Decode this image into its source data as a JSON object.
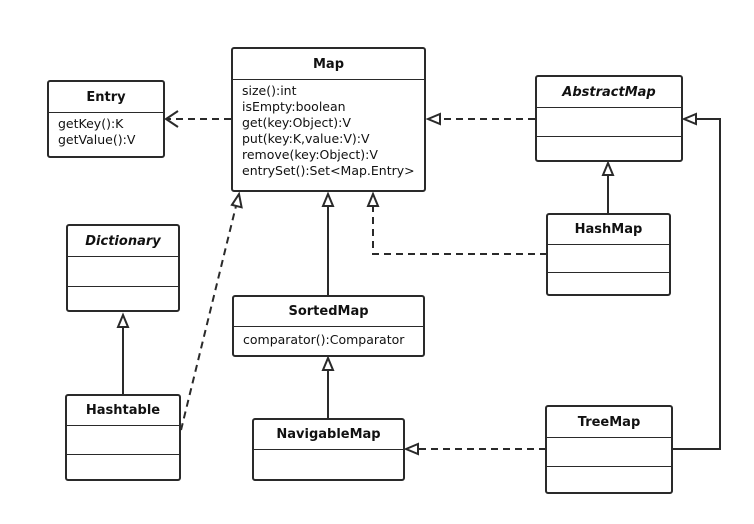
{
  "diagram": {
    "classes": {
      "map": {
        "name": "Map",
        "italic": false,
        "methods": [
          "size():int",
          "isEmpty:boolean",
          "get(key:Object):V",
          "put(key:K,value:V):V",
          "remove(key:Object):V",
          "entrySet():Set<Map.Entry>"
        ]
      },
      "entry": {
        "name": "Entry",
        "italic": false,
        "methods": [
          "getKey():K",
          "getValue():V"
        ]
      },
      "abstract_map": {
        "name": "AbstractMap",
        "italic": true
      },
      "dictionary": {
        "name": "Dictionary",
        "italic": true
      },
      "hash_map": {
        "name": "HashMap",
        "italic": false
      },
      "sorted_map": {
        "name": "SortedMap",
        "italic": false,
        "methods": [
          "comparator():Comparator"
        ]
      },
      "hashtable": {
        "name": "Hashtable",
        "italic": false
      },
      "navigable_map": {
        "name": "NavigableMap",
        "italic": false
      },
      "tree_map": {
        "name": "TreeMap",
        "italic": false
      }
    },
    "relations": [
      {
        "from": "map",
        "to": "entry",
        "kind": "dependency"
      },
      {
        "from": "abstract_map",
        "to": "map",
        "kind": "realization"
      },
      {
        "from": "hash_map",
        "to": "abstract_map",
        "kind": "generalization"
      },
      {
        "from": "hash_map",
        "to": "map",
        "kind": "realization"
      },
      {
        "from": "sorted_map",
        "to": "map",
        "kind": "generalization"
      },
      {
        "from": "navigable_map",
        "to": "sorted_map",
        "kind": "generalization"
      },
      {
        "from": "hashtable",
        "to": "dictionary",
        "kind": "generalization"
      },
      {
        "from": "hashtable",
        "to": "map",
        "kind": "realization"
      },
      {
        "from": "tree_map",
        "to": "navigable_map",
        "kind": "realization"
      },
      {
        "from": "tree_map",
        "to": "abstract_map",
        "kind": "generalization"
      }
    ],
    "colors": {
      "line": "#2a2a2a",
      "background": "#ffffff"
    }
  }
}
